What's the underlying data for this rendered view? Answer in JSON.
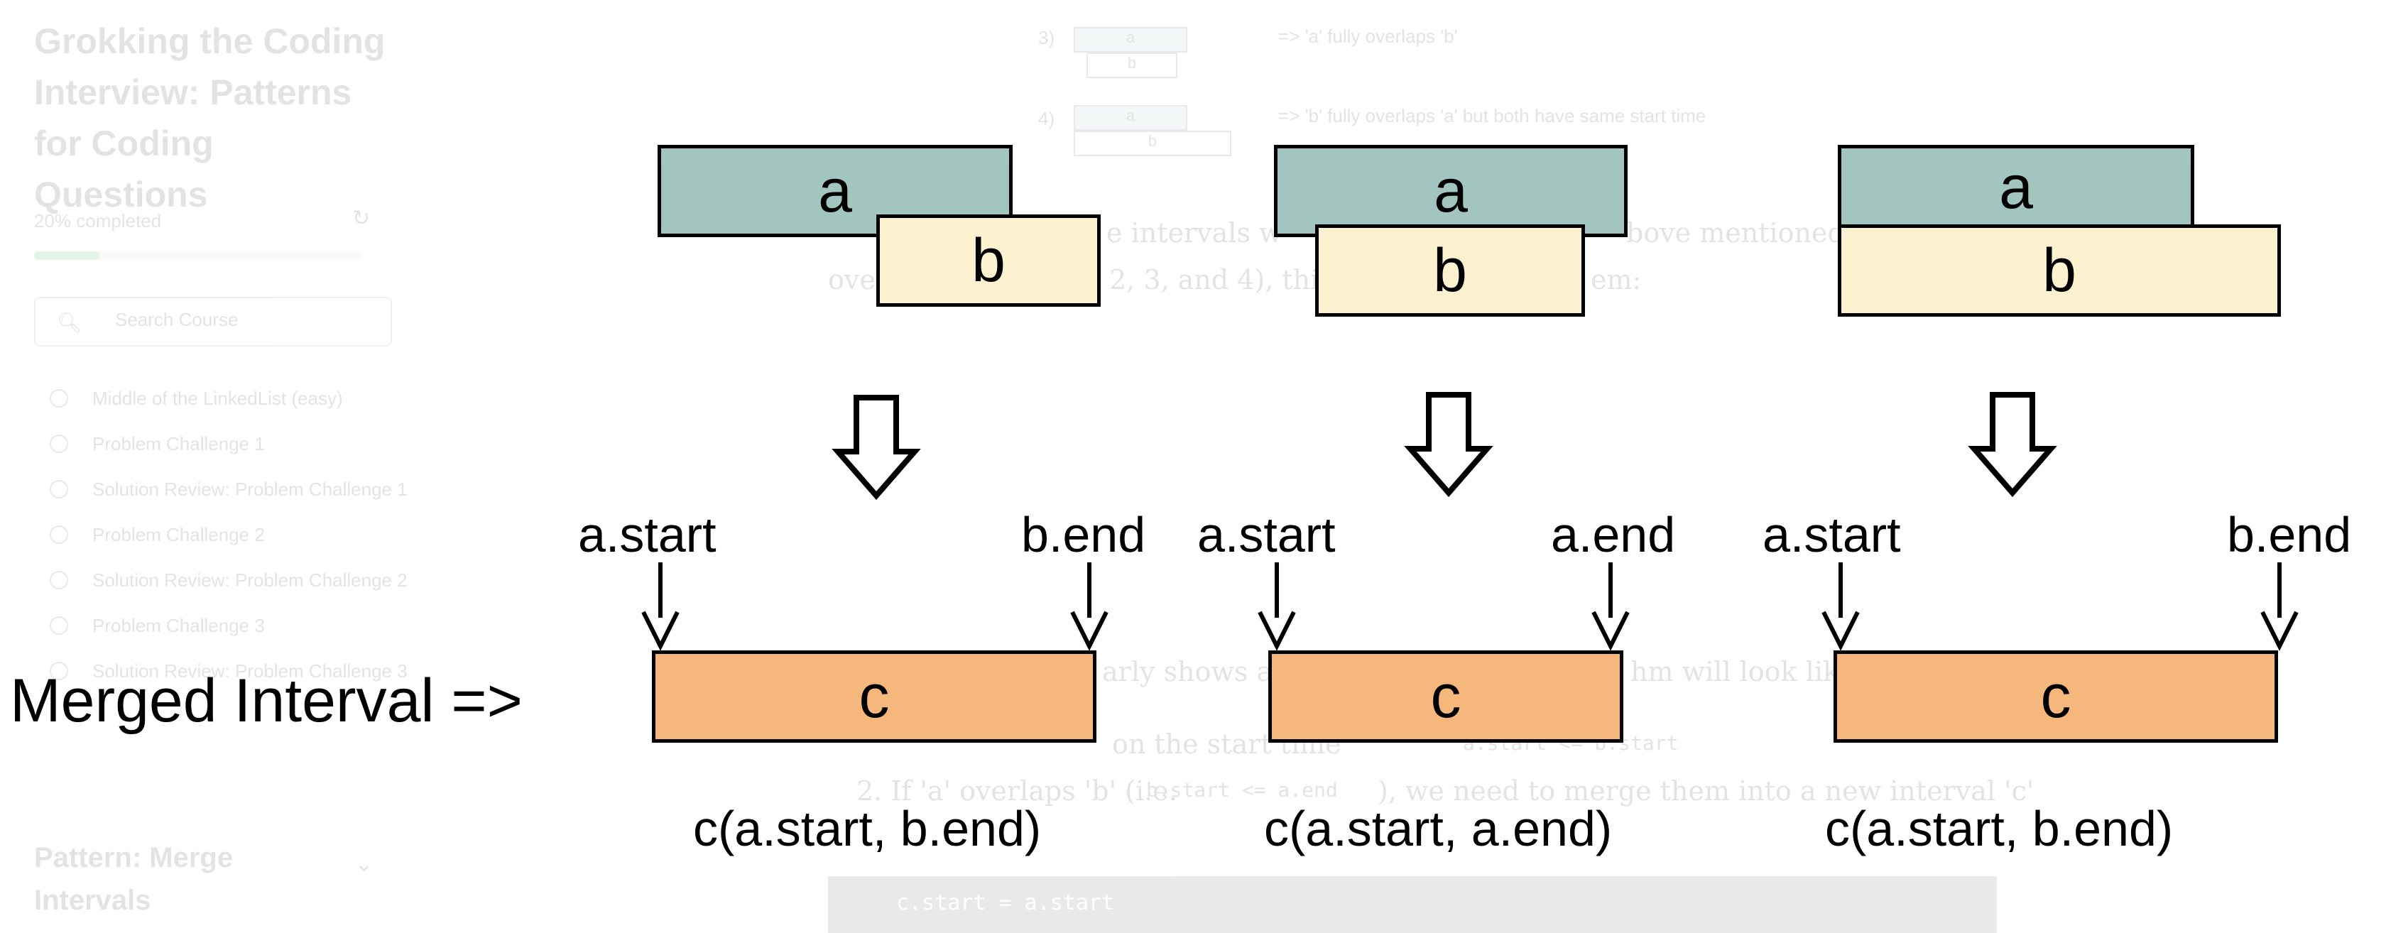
{
  "sidebar": {
    "course_title": "Grokking the Coding Interview: Patterns for Coding Questions",
    "progress_text": "20% completed",
    "progress_fraction": 0.2,
    "search_placeholder": "Search Course",
    "lessons": [
      "Middle of the LinkedList (easy)",
      "Problem Challenge 1",
      "Solution Review: Problem Challenge 1",
      "Problem Challenge 2",
      "Solution Review: Problem Challenge 2",
      "Problem Challenge 3",
      "Solution Review: Problem Challenge 3"
    ],
    "section_title": "Pattern: Merge Intervals"
  },
  "background_content": {
    "example_3": {
      "num": "3)",
      "a": "a",
      "b": "b",
      "desc": "=> 'a' fully overlaps 'b'"
    },
    "example_4": {
      "num": "4)",
      "a": "a",
      "b": "b",
      "desc": "=> 'b' fully overlaps 'a' but both have same start time"
    },
    "para_line_1": "e intervals w",
    "para_line_1b": "bove mentioned",
    "para_line_2a": "ove",
    "para_line_2b": "2, 3, and 4), this",
    "para_line_2c": "em:",
    "para_line_3": "arly shows a",
    "para_line_3b": "hm will look like",
    "step_1_text": "on the start time",
    "step_1_code": "a.start <= b.start",
    "step_2_text_a": "2. If 'a' overlaps 'b' (i.e.",
    "step_2_code": "b.start <= a.end",
    "step_2_text_b": "), we need to merge them into a new interval 'c'",
    "code_line": "c.start = a.start"
  },
  "diagram": {
    "merged_label": "Merged Interval =>",
    "cases": [
      {
        "a": "a",
        "b": "b",
        "c": "c",
        "left_label": "a.start",
        "right_label": "b.end",
        "formula": "c(a.start, b.end)"
      },
      {
        "a": "a",
        "b": "b",
        "c": "c",
        "left_label": "a.start",
        "right_label": "a.end",
        "formula": "c(a.start, a.end)"
      },
      {
        "a": "a",
        "b": "b",
        "c": "c",
        "left_label": "a.start",
        "right_label": "b.end",
        "formula": "c(a.start, b.end)"
      }
    ]
  },
  "icons": {
    "search": "search-icon",
    "refresh": "refresh-icon",
    "chevron": "chevron-down-icon",
    "down_arrow": "down-arrow-icon"
  },
  "colors": {
    "interval_a": "#a2c5bf",
    "interval_b": "#fdf2d0",
    "interval_c": "#f5b77c",
    "progress": "#2fa84f"
  }
}
